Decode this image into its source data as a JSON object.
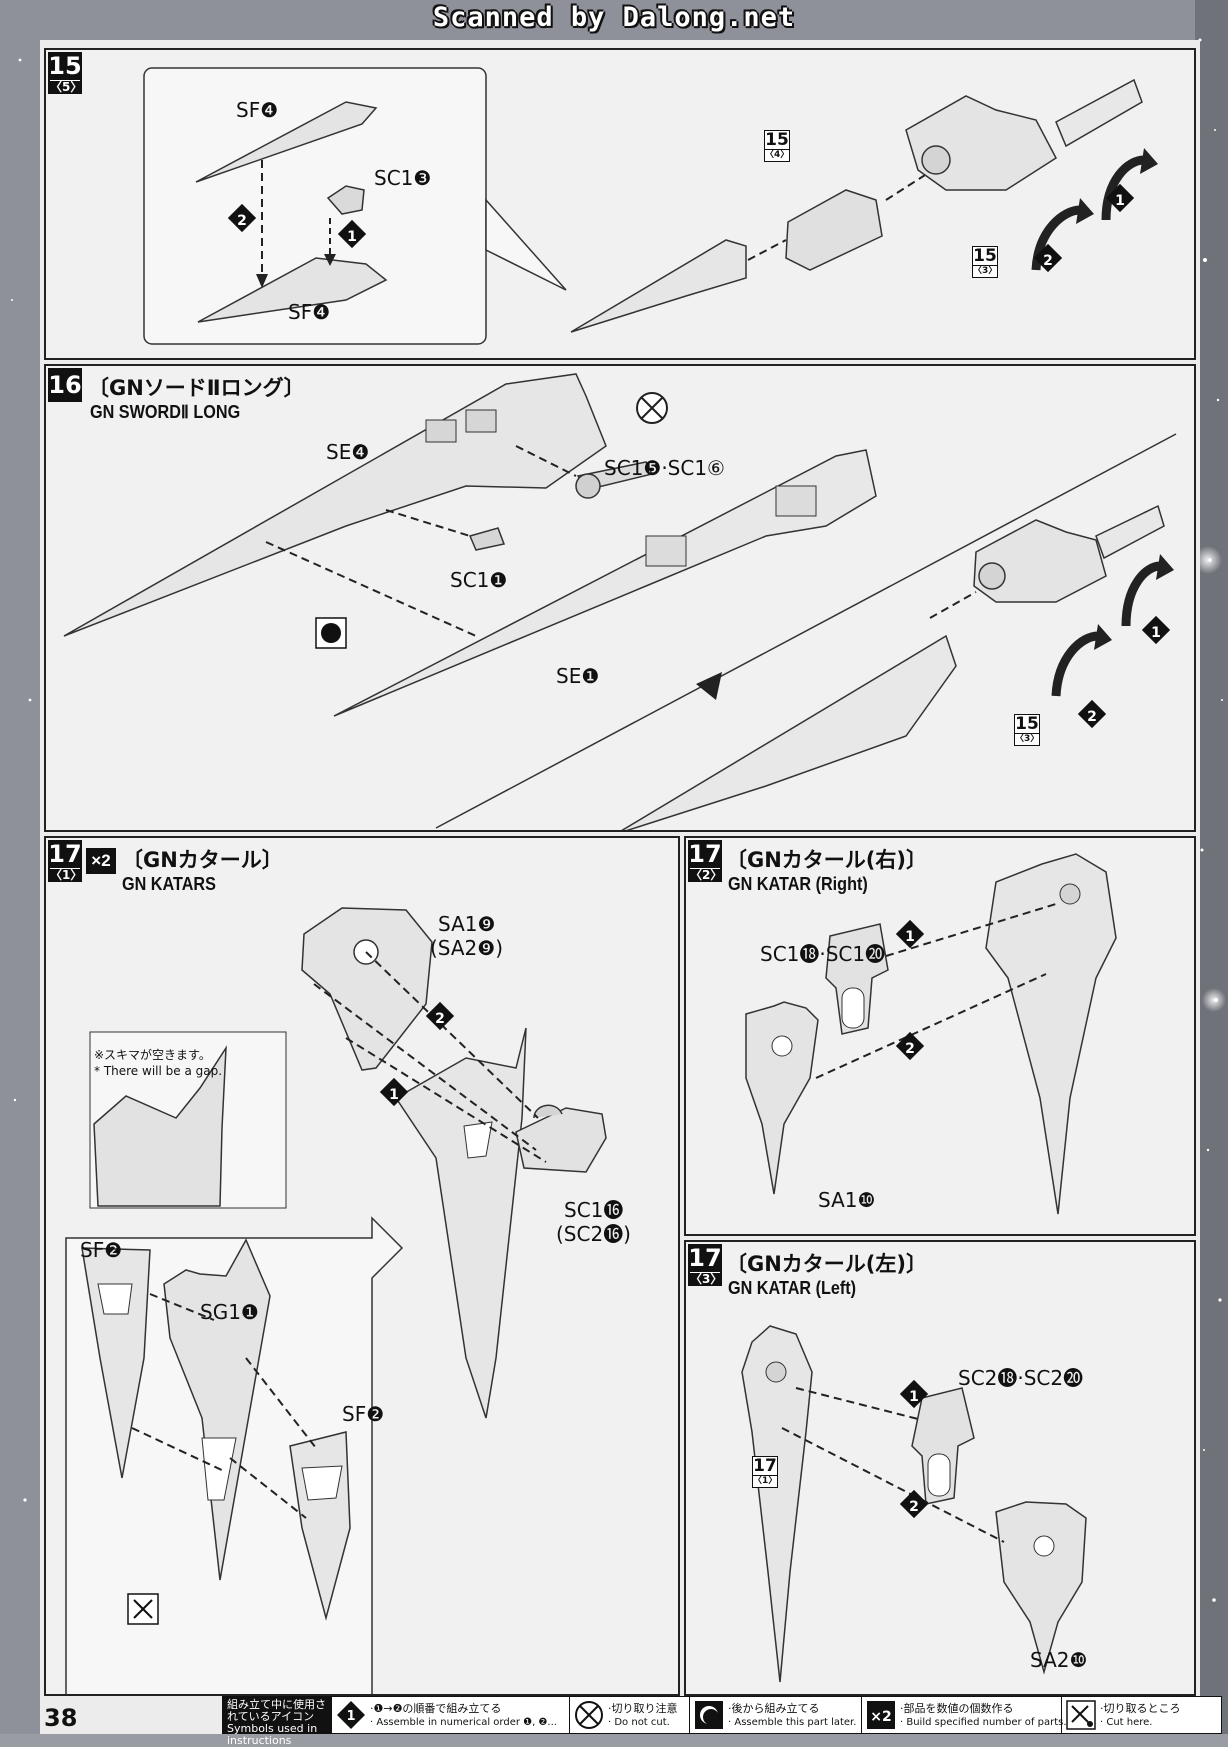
{
  "scan_watermark": "Scanned by Dalong.net",
  "page_number": "38",
  "steps": [
    {
      "number": "15",
      "sub": "〈5〉",
      "labels": {
        "sf_top": "SF❹",
        "sc1": "SC1❸",
        "sf_bottom": "SF❹"
      },
      "refs": [
        {
          "number": "15",
          "sub": "〈4〉"
        },
        {
          "number": "15",
          "sub": "〈3〉"
        }
      ]
    },
    {
      "number": "16",
      "title_jp": "〔GNソードⅡロング〕",
      "title_en": "GN SWORDⅡ LONG",
      "labels": {
        "se4": "SE❹",
        "sc1_5_6": "SC1❺·SC1⑥",
        "sc1_1": "SC1❶",
        "se1": "SE❶"
      },
      "refs": [
        {
          "number": "15",
          "sub": "〈3〉"
        }
      ]
    },
    {
      "number": "17",
      "sub": "〈1〉",
      "count": "×2",
      "title_jp": "〔GNカタール〕",
      "title_en": "GN KATARS",
      "labels": {
        "sa1": "SA1❾",
        "sa2": "(SA2❾)",
        "sc1": "SC1⓰",
        "sc2": "(SC2⓰)",
        "sf2_a": "SF❷",
        "sg1": "SG1❶",
        "sf2_b": "SF❷"
      },
      "note_jp": "※スキマが空きます。",
      "note_en": "* There will be a gap."
    },
    {
      "number": "17",
      "sub": "〈2〉",
      "title_jp": "〔GNカタール(右)〕",
      "title_en": "GN KATAR (Right)",
      "labels": {
        "sc1": "SC1⓲·SC1⓴",
        "sa1": "SA1❿"
      }
    },
    {
      "number": "17",
      "sub": "〈3〉",
      "title_jp": "〔GNカタール(左)〕",
      "title_en": "GN KATAR (Left)",
      "labels": {
        "sc2": "SC2⓲·SC2⓴",
        "sa2": "SA2❿"
      },
      "refs": [
        {
          "number": "17",
          "sub": "〈1〉"
        }
      ]
    }
  ],
  "legend": {
    "header": "組み立て中に使用されているアイコン Symbols used in instructions",
    "items": [
      {
        "icon": "numbered-order-icon",
        "jp": "·❶→❷の順番で組み立てる",
        "en": "· Assemble in numerical order ❶, ❷..."
      },
      {
        "icon": "no-cut-icon",
        "jp": "·切り取り注意",
        "en": "· Do not cut."
      },
      {
        "icon": "assemble-later-icon",
        "jp": "·後から組み立てる",
        "en": "· Assemble this part later."
      },
      {
        "icon": "quantity-icon",
        "jp": "·部品を数値の個数作る",
        "en": "· Build specified number of parts."
      },
      {
        "icon": "cut-here-icon",
        "jp": "·切り取るところ",
        "en": "· Cut here."
      }
    ]
  }
}
